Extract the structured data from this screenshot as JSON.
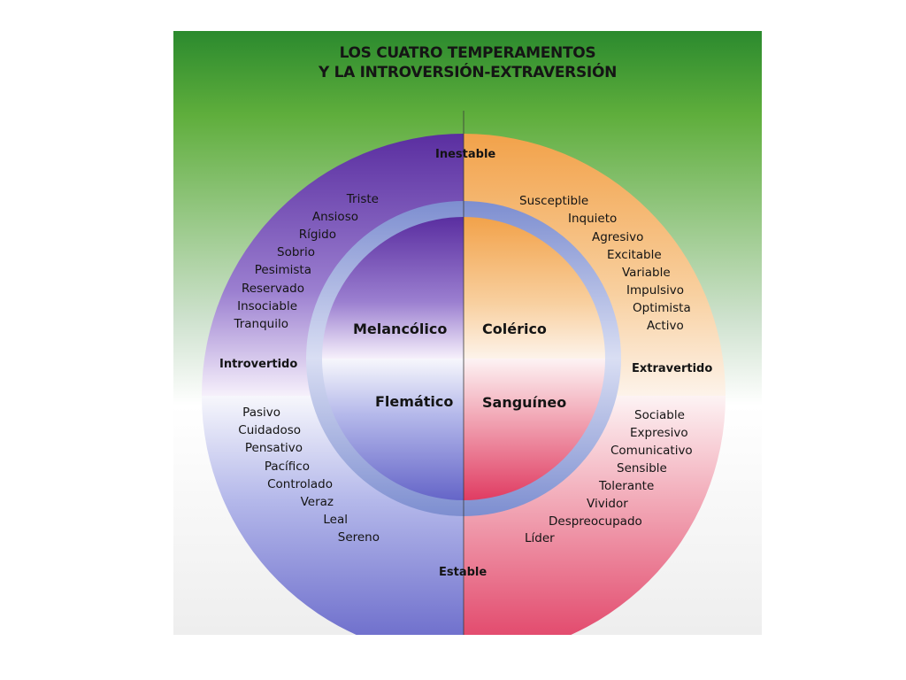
{
  "diagram": {
    "title_line1": "LOS CUATRO TEMPERAMENTOS",
    "title_line2": "Y LA INTROVERSIÓN-EXTRAVERSIÓN",
    "axes": {
      "top": "Inestable",
      "bottom": "Estable",
      "left": "Introvertido",
      "right": "Extravertido"
    },
    "temperaments": {
      "top_left": "Melancólico",
      "top_right": "Colérico",
      "bottom_left": "Flemático",
      "bottom_right": "Sanguíneo"
    },
    "traits": {
      "melancolico": [
        "Triste",
        "Ansioso",
        "Rígido",
        "Sobrio",
        "Pesimista",
        "Reservado",
        "Insociable",
        "Tranquilo"
      ],
      "colerico": [
        "Susceptible",
        "Inquieto",
        "Agresivo",
        "Excitable",
        "Variable",
        "Impulsivo",
        "Optimista",
        "Activo"
      ],
      "flematico": [
        "Pasivo",
        "Cuidadoso",
        "Pensativo",
        "Pacífico",
        "Controlado",
        "Veraz",
        "Leal",
        "Sereno"
      ],
      "sanguineo": [
        "Sociable",
        "Expresivo",
        "Comunicativo",
        "Sensible",
        "Tolerante",
        "Vividor",
        "Despreocupado",
        "Líder"
      ]
    },
    "colors": {
      "melancolico": "#6b3fb0",
      "colerico": "#f0a24a",
      "flematico": "#6f6ad0",
      "sanguineo": "#e24a6e",
      "inner_ring": "#8fa0d6",
      "background_top": "#2b8a2e"
    }
  }
}
